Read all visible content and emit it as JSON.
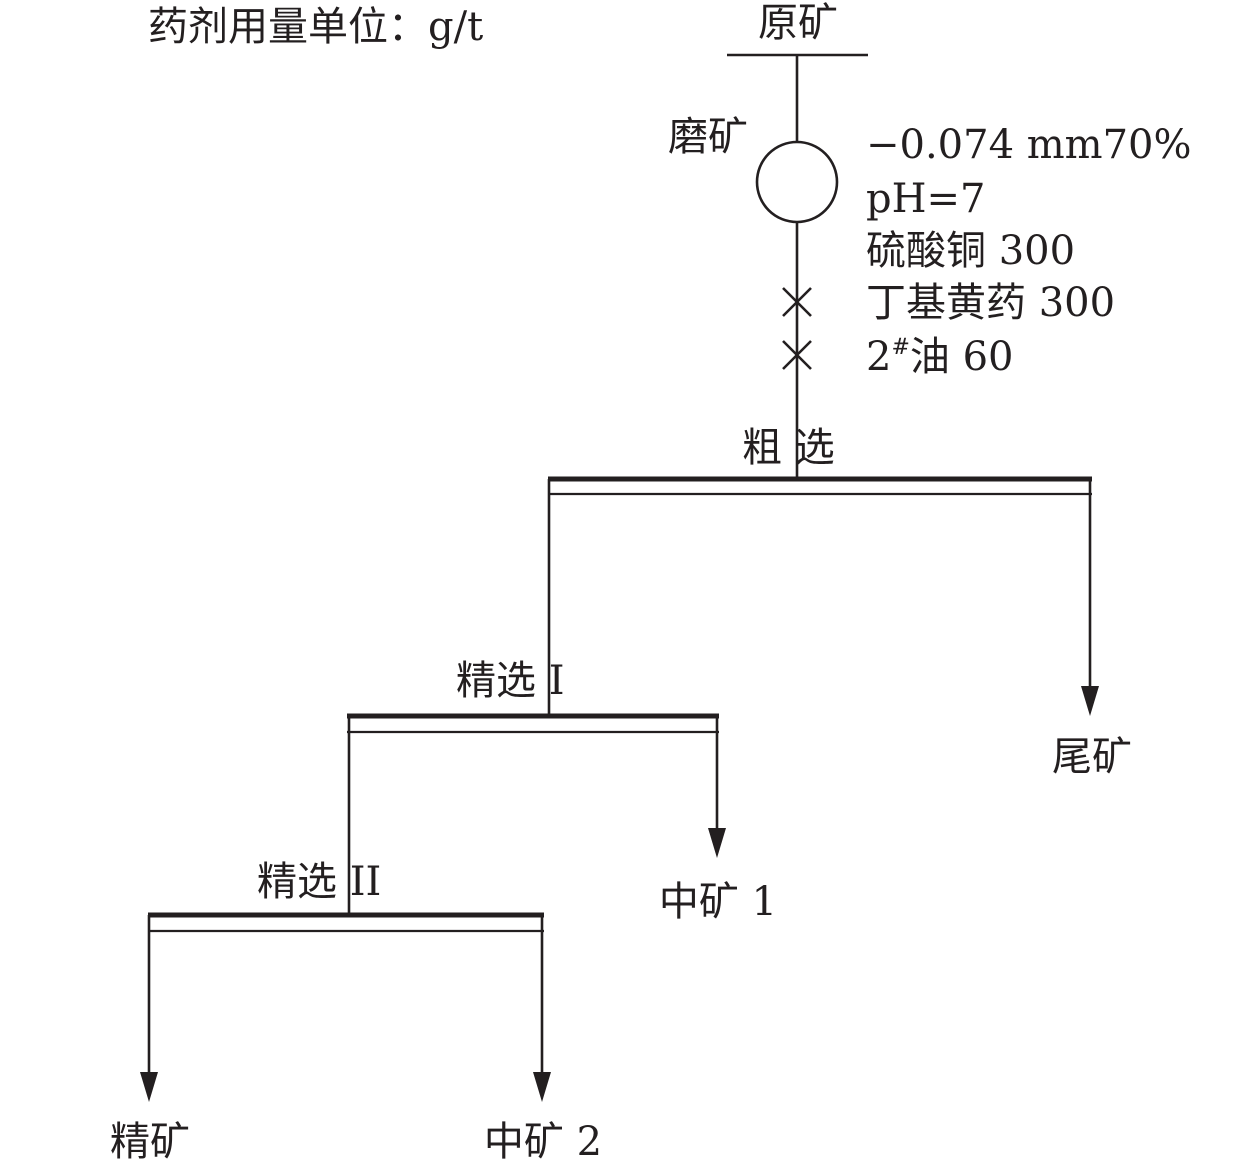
{
  "legend_note": "药剂用量单位：g/t",
  "feed": {
    "label": "原矿"
  },
  "grinding": {
    "label": "磨矿",
    "conditions": [
      "−0.074 mm70%",
      "pH=7",
      "硫酸铜 300",
      "丁基黄药 300",
      "2#油 60"
    ],
    "oil_superscript": "#"
  },
  "stages": {
    "rougher": "粗  选",
    "cleaner_1": "精选 I",
    "cleaner_2": "精选 II"
  },
  "products": {
    "tailings": "尾矿",
    "middling_1": "中矿 1",
    "concentrate": "精矿",
    "middling_2": "中矿 2"
  }
}
